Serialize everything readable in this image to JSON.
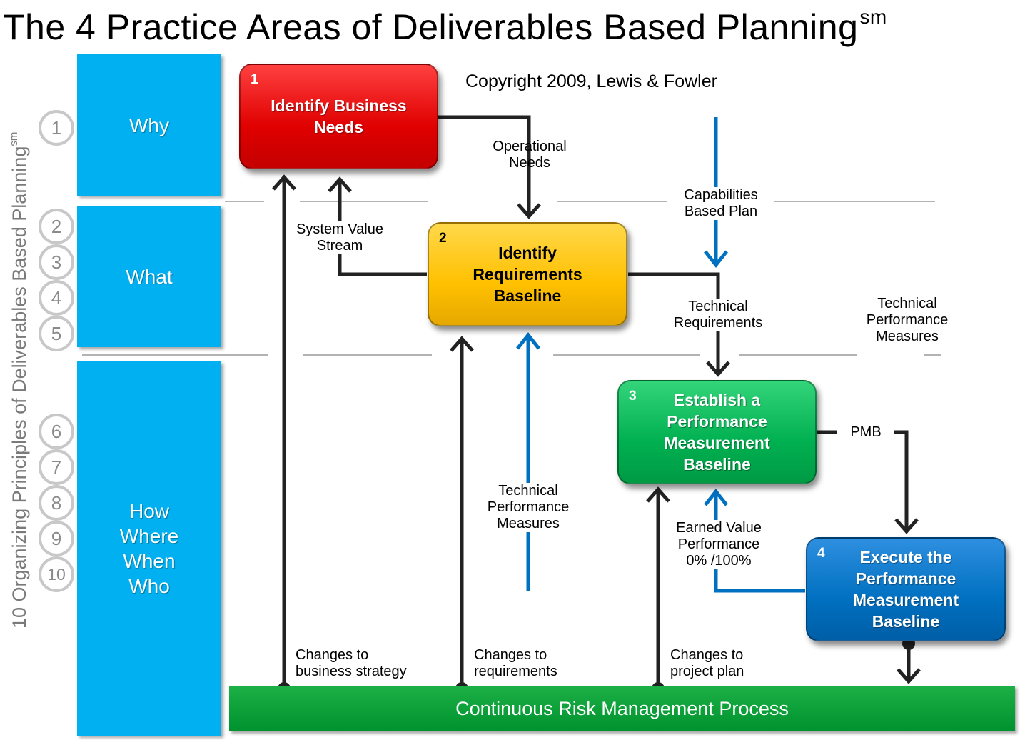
{
  "title": {
    "text": "The 4 Practice Areas of Deliverables Based Planning",
    "mark": "sm"
  },
  "side_label": {
    "text": "10 Organizing Principles of Deliverables Based Planning",
    "mark": "sm"
  },
  "copyright": "Copyright 2009, Lewis & Fowler",
  "categories": [
    {
      "lines": [
        "Why"
      ]
    },
    {
      "lines": [
        "What"
      ]
    },
    {
      "lines": [
        "How",
        "Where",
        "When",
        "Who"
      ]
    }
  ],
  "principles": [
    "1",
    "2",
    "3",
    "4",
    "5",
    "6",
    "7",
    "8",
    "9",
    "10"
  ],
  "boxes": [
    {
      "num": "1",
      "lines": [
        "Identify Business",
        "Needs"
      ],
      "color": "#e00000"
    },
    {
      "num": "2",
      "lines": [
        "Identify",
        "Requirements",
        "Baseline"
      ],
      "color": "#ffc000"
    },
    {
      "num": "3",
      "lines": [
        "Establish a",
        "Performance",
        "Measurement",
        "Baseline"
      ],
      "color": "#00b050"
    },
    {
      "num": "4",
      "lines": [
        "Execute the",
        "Performance",
        "Measurement",
        "Baseline"
      ],
      "color": "#0070c0"
    }
  ],
  "labels": {
    "operational_needs": [
      "Operational",
      "Needs"
    ],
    "capabilities_plan": [
      "Capabilities",
      "Based Plan"
    ],
    "system_value_stream": [
      "System Value",
      "Stream"
    ],
    "technical_requirements": [
      "Technical",
      "Requirements"
    ],
    "tpm_right": [
      "Technical",
      "Performance",
      "Measures"
    ],
    "tpm_left": [
      "Technical",
      "Performance",
      "Measures"
    ],
    "pmb": "PMB",
    "earned_value": [
      "Earned Value",
      "Performance",
      "0% /100%"
    ],
    "changes_strategy": [
      "Changes to",
      "business strategy"
    ],
    "changes_requirements": [
      "Changes to",
      "requirements"
    ],
    "changes_plan": [
      "Changes to",
      "project plan"
    ]
  },
  "risk_process": "Continuous Risk Management Process",
  "colors": {
    "category_blue": "#00b0f0",
    "flow_black": "#222222",
    "flow_blue": "#0070c0",
    "flow_green": "#00b050",
    "risk_green": "#00a03c",
    "separator_gray": "#9a9a9a"
  }
}
